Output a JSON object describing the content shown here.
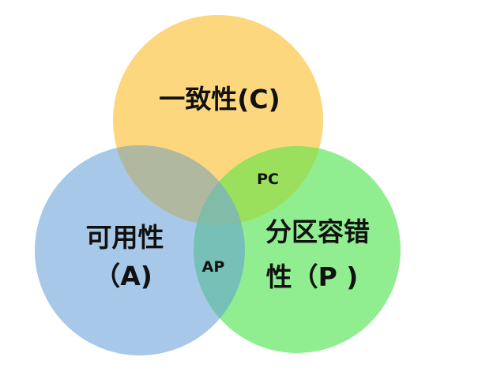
{
  "circles": [
    {
      "id": "consistency",
      "color": "#fdd77e"
    },
    {
      "id": "availability",
      "color": "#a8c8e9"
    },
    {
      "id": "partition",
      "color": "#90ee90"
    }
  ],
  "overlaps": {
    "ca": {
      "color": "#b0b8a0"
    },
    "pc": {
      "color": "#9ae05c"
    },
    "ap": {
      "color": "#76c0b8"
    },
    "cap": {
      "color": "#80bca8"
    }
  },
  "labels": {
    "consistency": "一致性(C)",
    "availability_line1": "可用性",
    "availability_line2": "（A)",
    "partition_line1": "分区容错",
    "partition_line2": "性（P )",
    "pc": "PC",
    "ap": "AP"
  }
}
